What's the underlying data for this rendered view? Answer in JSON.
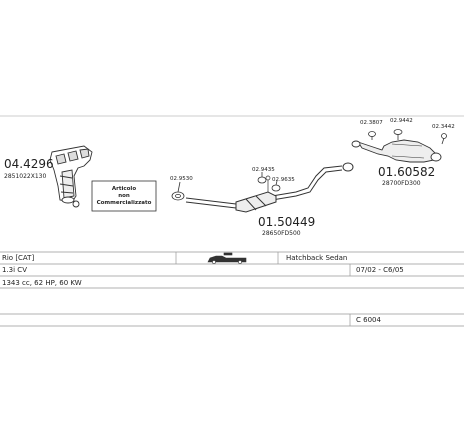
{
  "parts": {
    "manifold": {
      "code": "04.4296",
      "oem": "2851022X130"
    },
    "gasket_a": {
      "code": "02.9530"
    },
    "gasket_b": {
      "code": "02.9435"
    },
    "gasket_c": {
      "code": "02.9635"
    },
    "center_pipe": {
      "code": "01.50449",
      "oem": "28650FD500"
    },
    "gasket_d": {
      "code": "02.3807"
    },
    "gasket_e": {
      "code": "02.9442"
    },
    "gasket_f": {
      "code": "02.3442"
    },
    "rear_silencer": {
      "code": "01.60582",
      "oem": "28700FD300"
    }
  },
  "legend": {
    "line1": "Articolo",
    "line2": "non",
    "line3": "Commercializzato"
  },
  "table": {
    "model": "Rio [CAT]",
    "body_type": "Hatchback Sedan",
    "engine": "1.3i CV",
    "years": "07/02 - C6/05",
    "specs": "1343 cc, 62 HP, 60 KW",
    "catalog_code": "C 6004"
  }
}
